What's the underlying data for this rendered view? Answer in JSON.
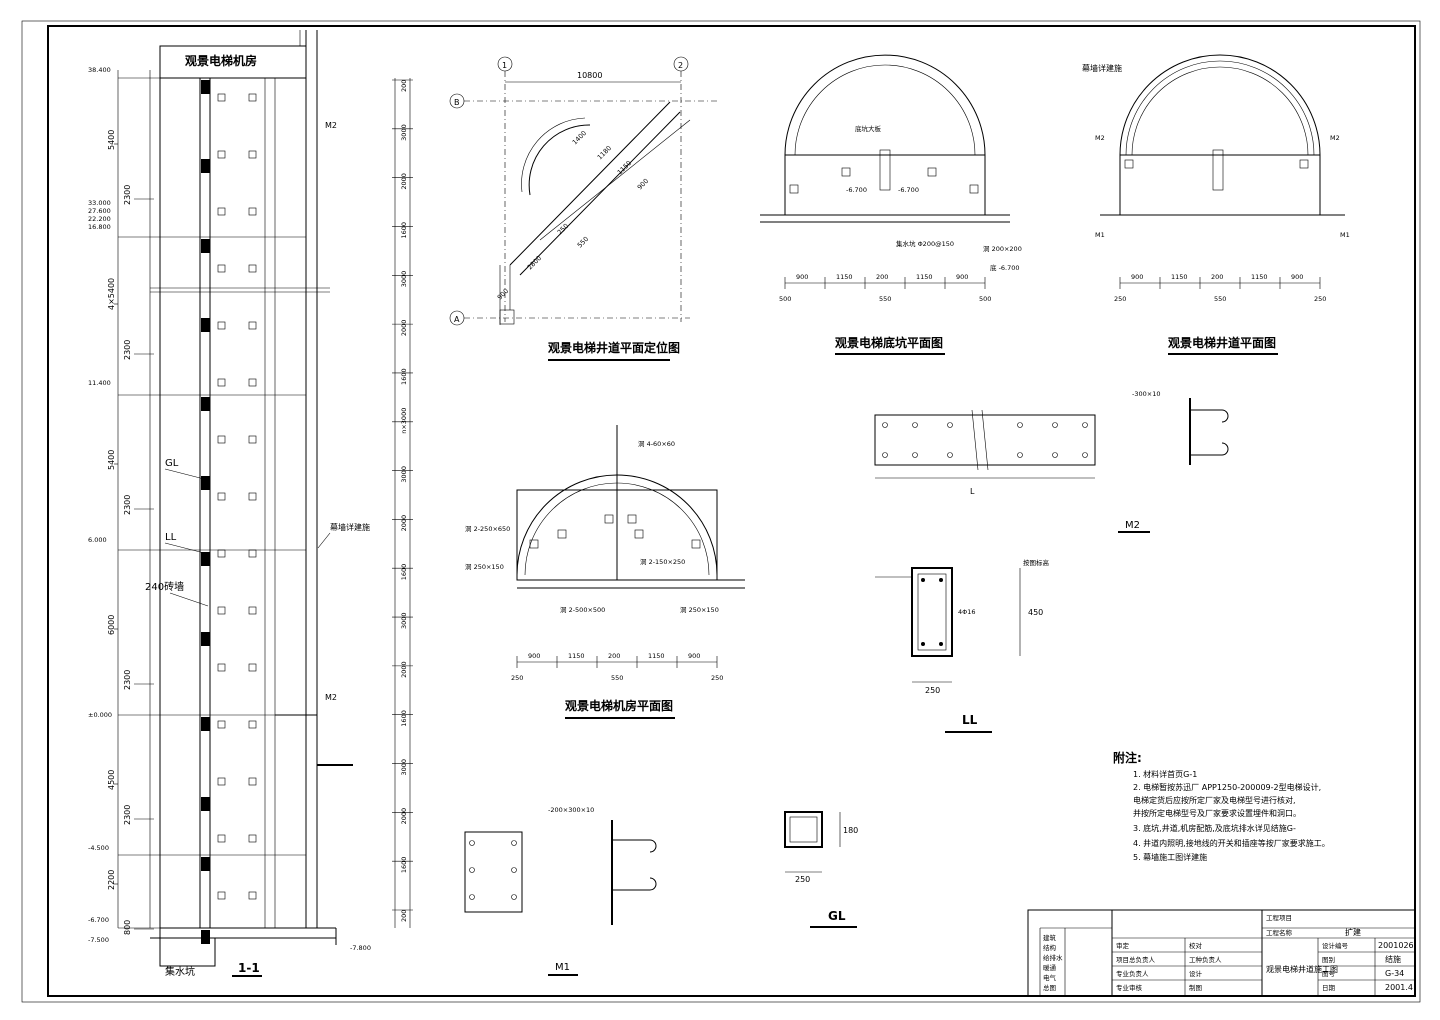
{
  "section": {
    "top_label": "观景电梯机房",
    "elevations": [
      "38.400",
      "33.000",
      "27.600",
      "22.200",
      "16.800",
      "11.400",
      "6.000",
      "±0.000",
      "-4.500",
      "-6.700",
      "-7.500",
      "-7.800"
    ],
    "left_dims": [
      "5400",
      "2300",
      "4×5400",
      "2300",
      "5400",
      "2300",
      "6000",
      "2300",
      "4500",
      "2300",
      "2200",
      "800"
    ],
    "right_dims": [
      "200",
      "3000",
      "2000",
      "1600",
      "3000",
      "2000",
      "1600",
      "n×3000",
      "3000",
      "2000",
      "1600",
      "3000",
      "2000",
      "1600",
      "3000",
      "2000",
      "1600",
      "200"
    ],
    "labels": {
      "gl": "GL",
      "ll": "LL",
      "wall": "240砖墙",
      "pit": "集水坑",
      "m2": "M2",
      "curtain": "幕墙详建施",
      "name": "1-1"
    }
  },
  "views": {
    "shaft_position": {
      "title": "观景电梯井道平面定位图",
      "axis_1": "1",
      "axis_2": "2",
      "axis_b": "B",
      "axis_a": "A",
      "dim_top": "10800",
      "dims": [
        "1400",
        "1180",
        "1150",
        "900",
        "250",
        "550",
        "2800",
        "900"
      ]
    },
    "pit_plan": {
      "title": "观景电梯底坑平面图",
      "dims": [
        "900",
        "1150",
        "200",
        "1150",
        "900"
      ],
      "edge": "500",
      "label_mid": "550",
      "notes": [
        "底坑大板",
        "集水坑 Φ200@150",
        "洞 200×200",
        "底 -6.700",
        "-6.700"
      ]
    },
    "shaft_plan": {
      "title": "观景电梯井道平面图",
      "dims": [
        "900",
        "1150",
        "200",
        "1150",
        "900"
      ],
      "edge": "250",
      "label_mid": "550",
      "notes": [
        "幕墙详建施",
        "M2",
        "M1"
      ]
    },
    "machine_room": {
      "title": "观景电梯机房平面图",
      "dims": [
        "900",
        "1150",
        "200",
        "1150",
        "900"
      ],
      "edge": "250",
      "label_mid": "550",
      "holes": [
        "洞 4-60×60",
        "洞 2-250×650",
        "洞 250×150",
        "洞 2-500×500",
        "洞 2-150×250",
        "洞 250×150"
      ]
    },
    "beam_ll": {
      "title": "LL",
      "dims": [
        "250",
        "450",
        "4Φ16"
      ],
      "note": "按图标高"
    },
    "beam_gl": {
      "title": "GL",
      "dims": [
        "250",
        "180"
      ]
    },
    "plate_m1": {
      "title": "M1",
      "note": "-200×300×10"
    },
    "plate_m2": {
      "title": "M2",
      "note": "-300×10",
      "length": "L"
    }
  },
  "notes": {
    "heading": "附注:",
    "items": [
      "1. 材料详首页G-1",
      "2. 电梯暂按苏迅厂 APP1250-200009-2型电梯设计,",
      "   电梯定货后应按所定厂家及电梯型号进行核对,",
      "   并按所定电梯型号及厂家要求设置埋件和洞口。",
      "3. 底坑,井道,机房配筋,及底坑排水详见结施G-",
      "4. 井道内照明,接地线的开关和插座等按厂家要求施工。",
      "5. 幕墙施工图详建施"
    ]
  },
  "title_block": {
    "project": "工程项目",
    "project_name": "工程名称",
    "name_value": "扩建",
    "drawing": "观景电梯井道施工图",
    "number_label": "设计编号",
    "number": "2001026",
    "sheet_label": "图号",
    "sheet": "G-34",
    "type_label": "图别",
    "type": "结施",
    "date_label": "日期",
    "date": "2001.4",
    "roles": [
      "审定",
      "校对",
      "项目总负责人",
      "工种负责人",
      "专业负责人",
      "设计",
      "专业审核",
      "制图"
    ],
    "disciplines": [
      "建筑",
      "结构",
      "给排水",
      "暖通",
      "电气",
      "总图"
    ]
  }
}
